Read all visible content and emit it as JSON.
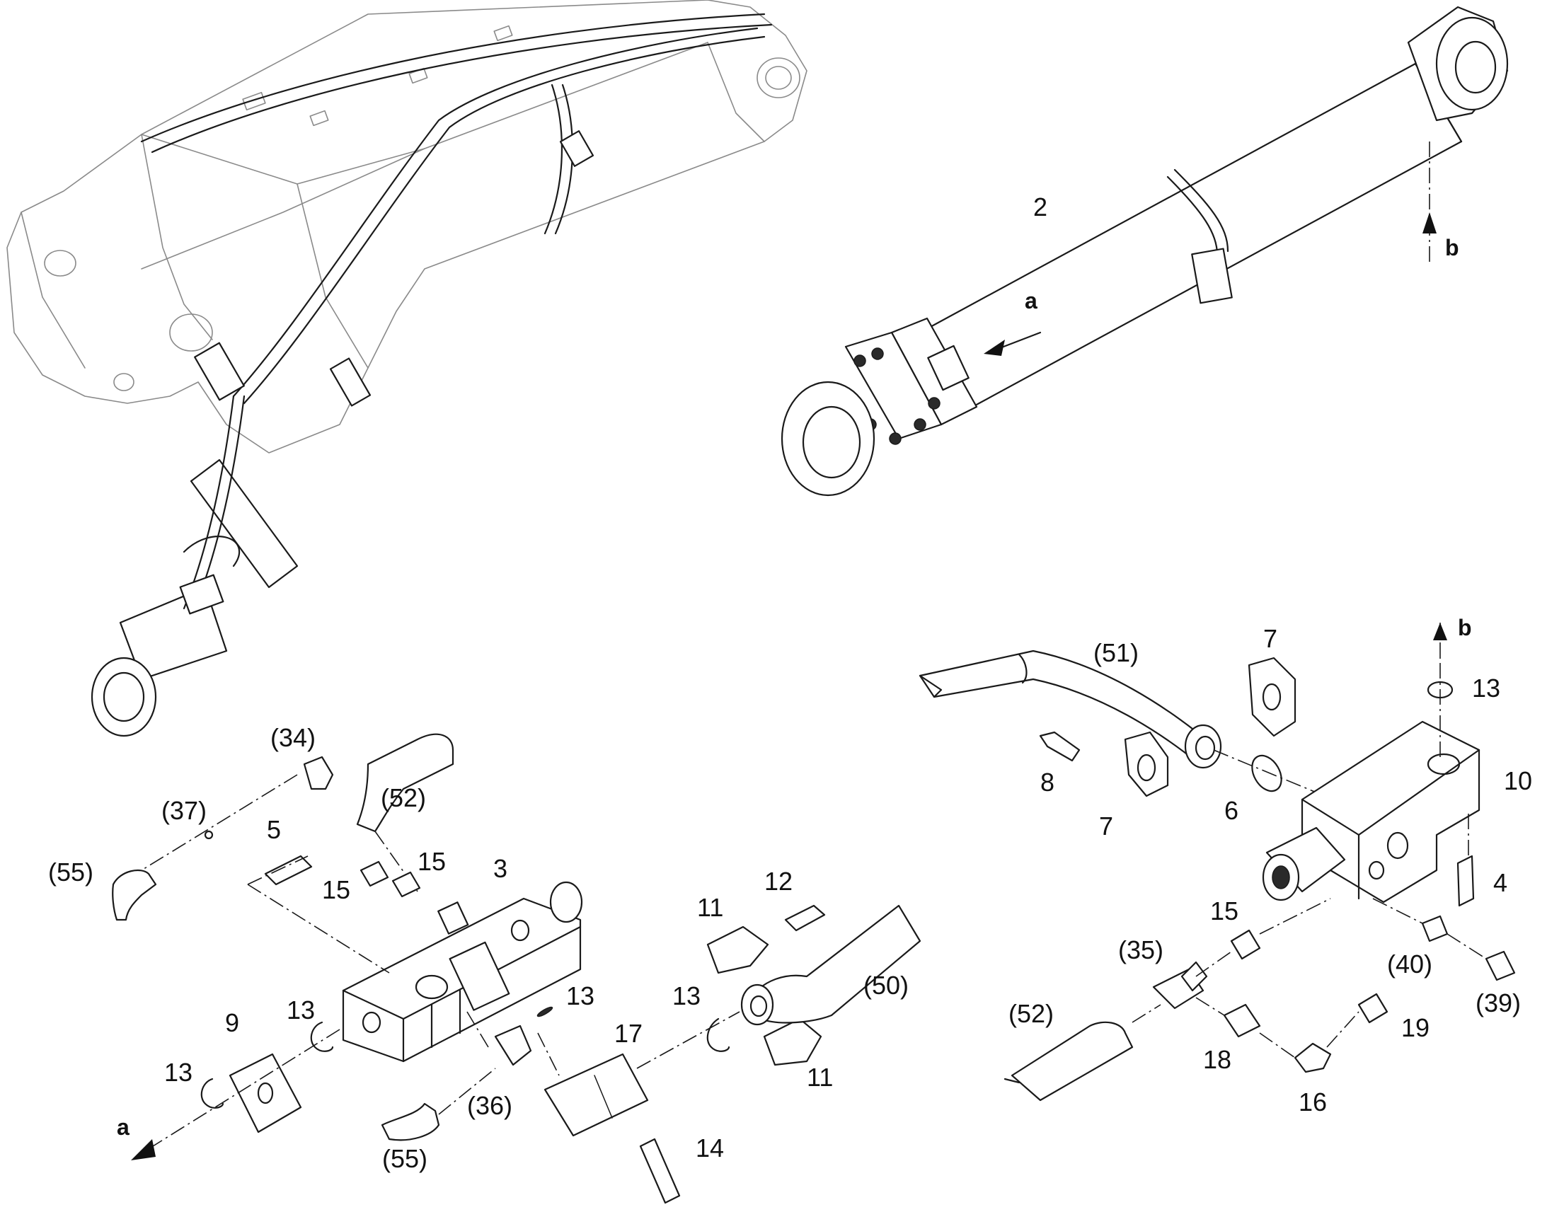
{
  "diagram": {
    "labels": {
      "l2": "2",
      "a_top": "a",
      "b_top": "b",
      "b_right": "b",
      "a_bottom": "a",
      "l51": "(51)",
      "l7a": "7",
      "l7b": "7",
      "l8": "8",
      "l6": "6",
      "l10": "10",
      "l13r": "13",
      "l4": "4",
      "l15r": "15",
      "l35": "(35)",
      "l40": "(40)",
      "l39": "(39)",
      "l52r": "(52)",
      "l18": "18",
      "l19": "19",
      "l16": "16",
      "l34": "(34)",
      "l37": "(37)",
      "l55a": "(55)",
      "l5": "5",
      "l52l": "(52)",
      "l15a": "15",
      "l15b": "15",
      "l3": "3",
      "l12": "12",
      "l11a": "11",
      "l11b": "11",
      "l50": "(50)",
      "l13a": "13",
      "l13b": "13",
      "l13c": "13",
      "l13d": "13",
      "l9": "9",
      "l17": "17",
      "l14": "14",
      "l36": "(36)",
      "l55b": "(55)"
    }
  }
}
